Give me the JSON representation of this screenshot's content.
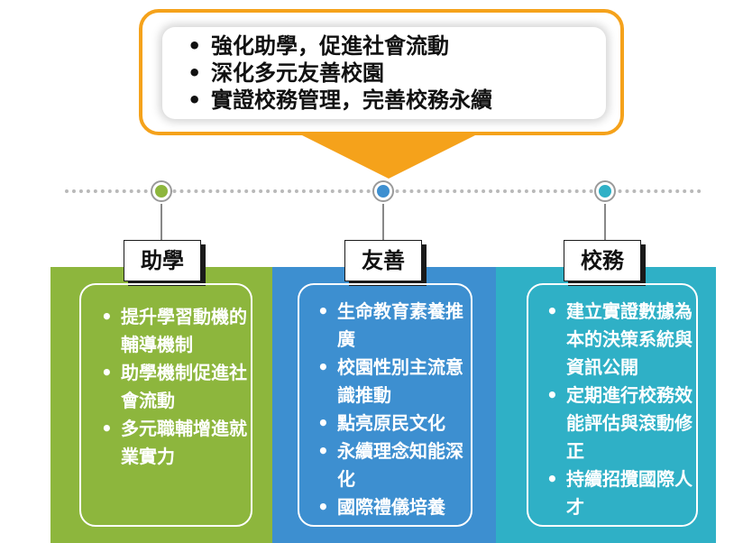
{
  "goals": [
    "強化助學，促進社會流動",
    "深化多元友善校園",
    "實證校務管理，完善校務永續"
  ],
  "colors": {
    "callout_border": "#f5a21b",
    "green": "#8db63d",
    "blue": "#3d8fd0",
    "teal": "#2fb0c6"
  },
  "pillars": [
    {
      "title": "助學",
      "node_color": "#8db63d",
      "items": [
        "提升學習動機的輔導機制",
        "助學機制促進社會流動",
        "多元職輔增進就業實力"
      ]
    },
    {
      "title": "友善",
      "node_color": "#3d8fd0",
      "items": [
        "生命教育素養推廣",
        "校園性別主流意識推動",
        "點亮原民文化",
        "永續理念知能深化",
        "國際禮儀培養"
      ]
    },
    {
      "title": "校務",
      "node_color": "#2fb0c6",
      "items": [
        "建立實證數據為本的決策系統與資訊公開",
        "定期進行校務效能評估與滾動修正",
        "持續招攬國際人才"
      ]
    }
  ]
}
